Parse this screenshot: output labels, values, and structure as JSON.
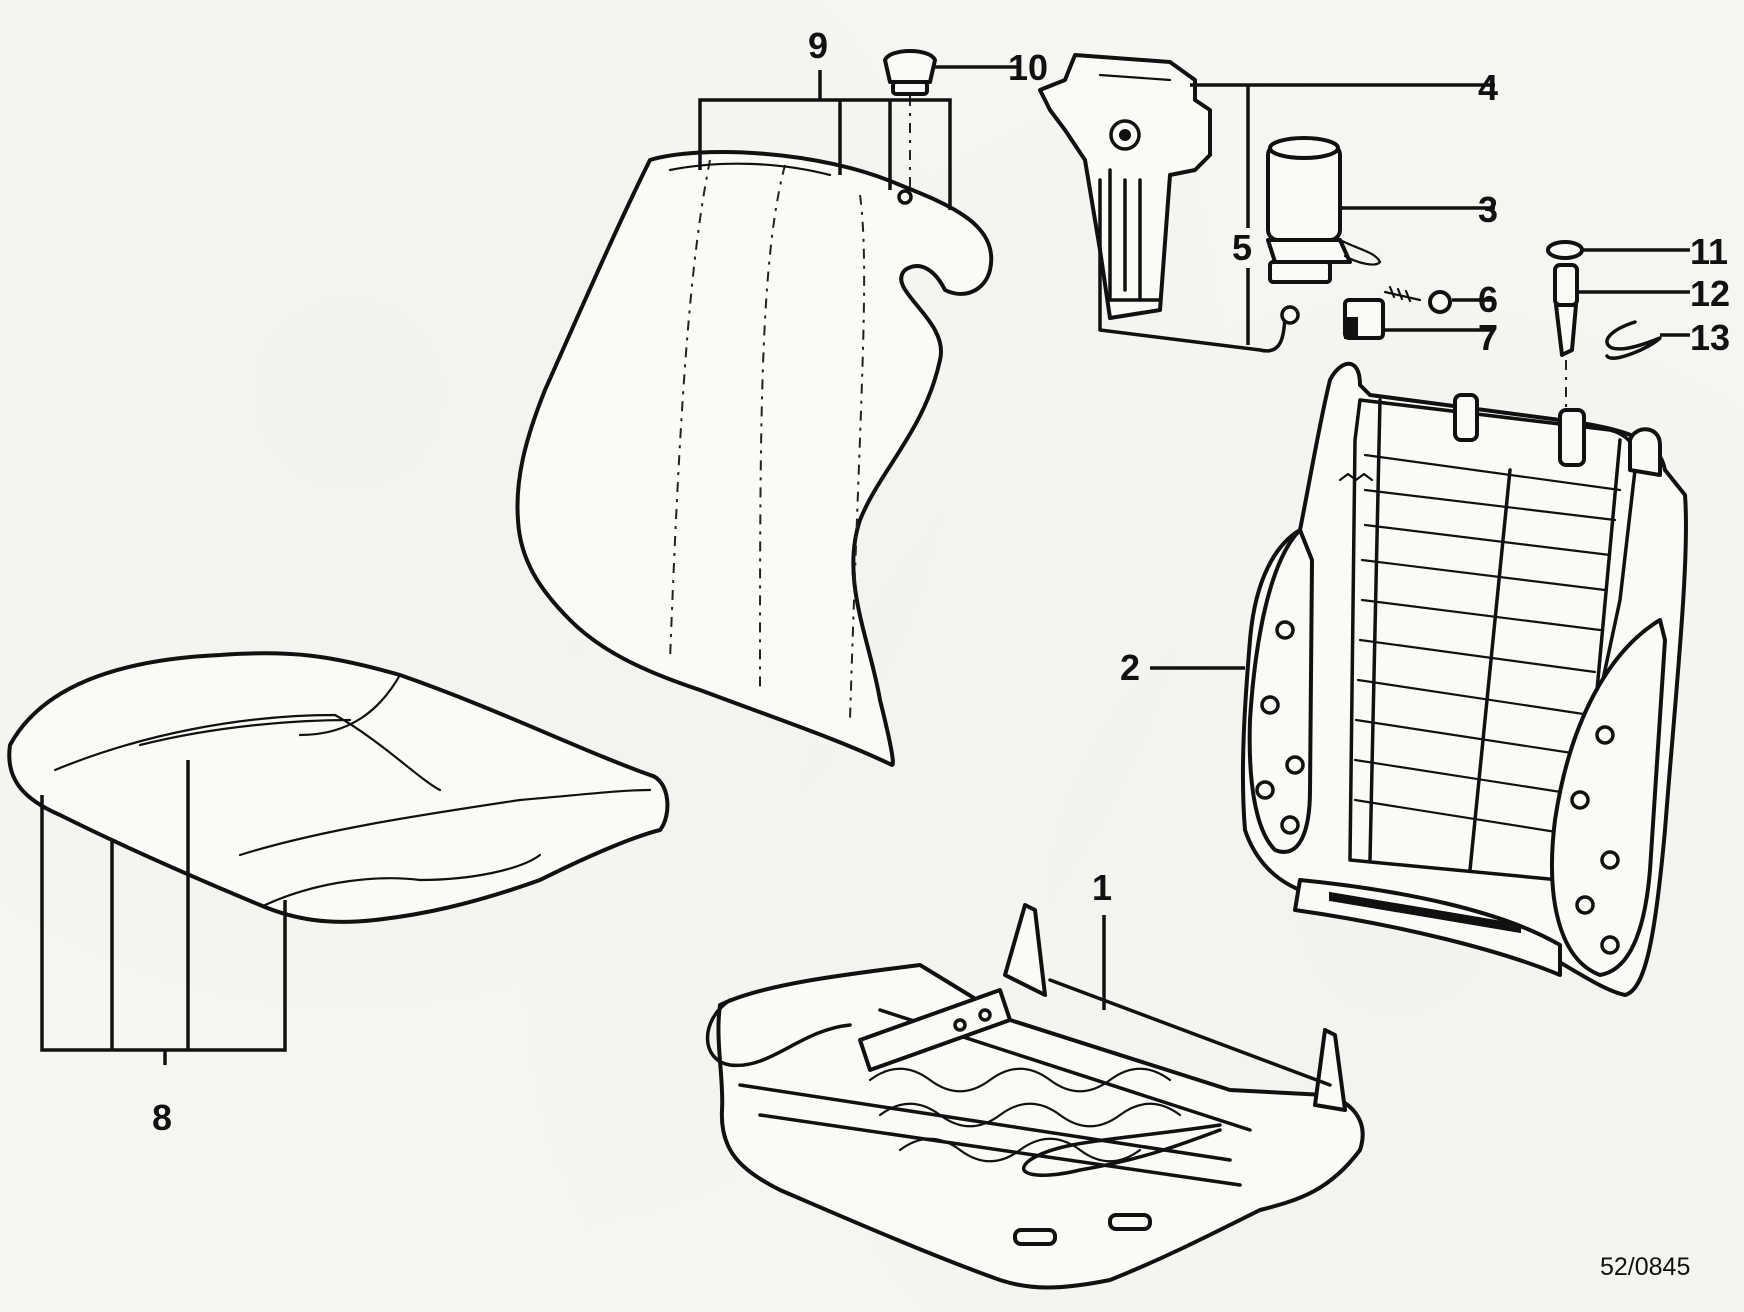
{
  "diagram": {
    "callouts": [
      {
        "id": "1",
        "text": "1"
      },
      {
        "id": "2",
        "text": "2"
      },
      {
        "id": "3",
        "text": "3"
      },
      {
        "id": "4",
        "text": "4"
      },
      {
        "id": "5",
        "text": "5"
      },
      {
        "id": "6",
        "text": "6"
      },
      {
        "id": "7",
        "text": "7"
      },
      {
        "id": "8",
        "text": "8"
      },
      {
        "id": "9",
        "text": "9"
      },
      {
        "id": "10",
        "text": "10"
      },
      {
        "id": "11",
        "text": "11"
      },
      {
        "id": "12",
        "text": "12"
      },
      {
        "id": "13",
        "text": "13"
      }
    ],
    "reference_code": "52/0845"
  }
}
